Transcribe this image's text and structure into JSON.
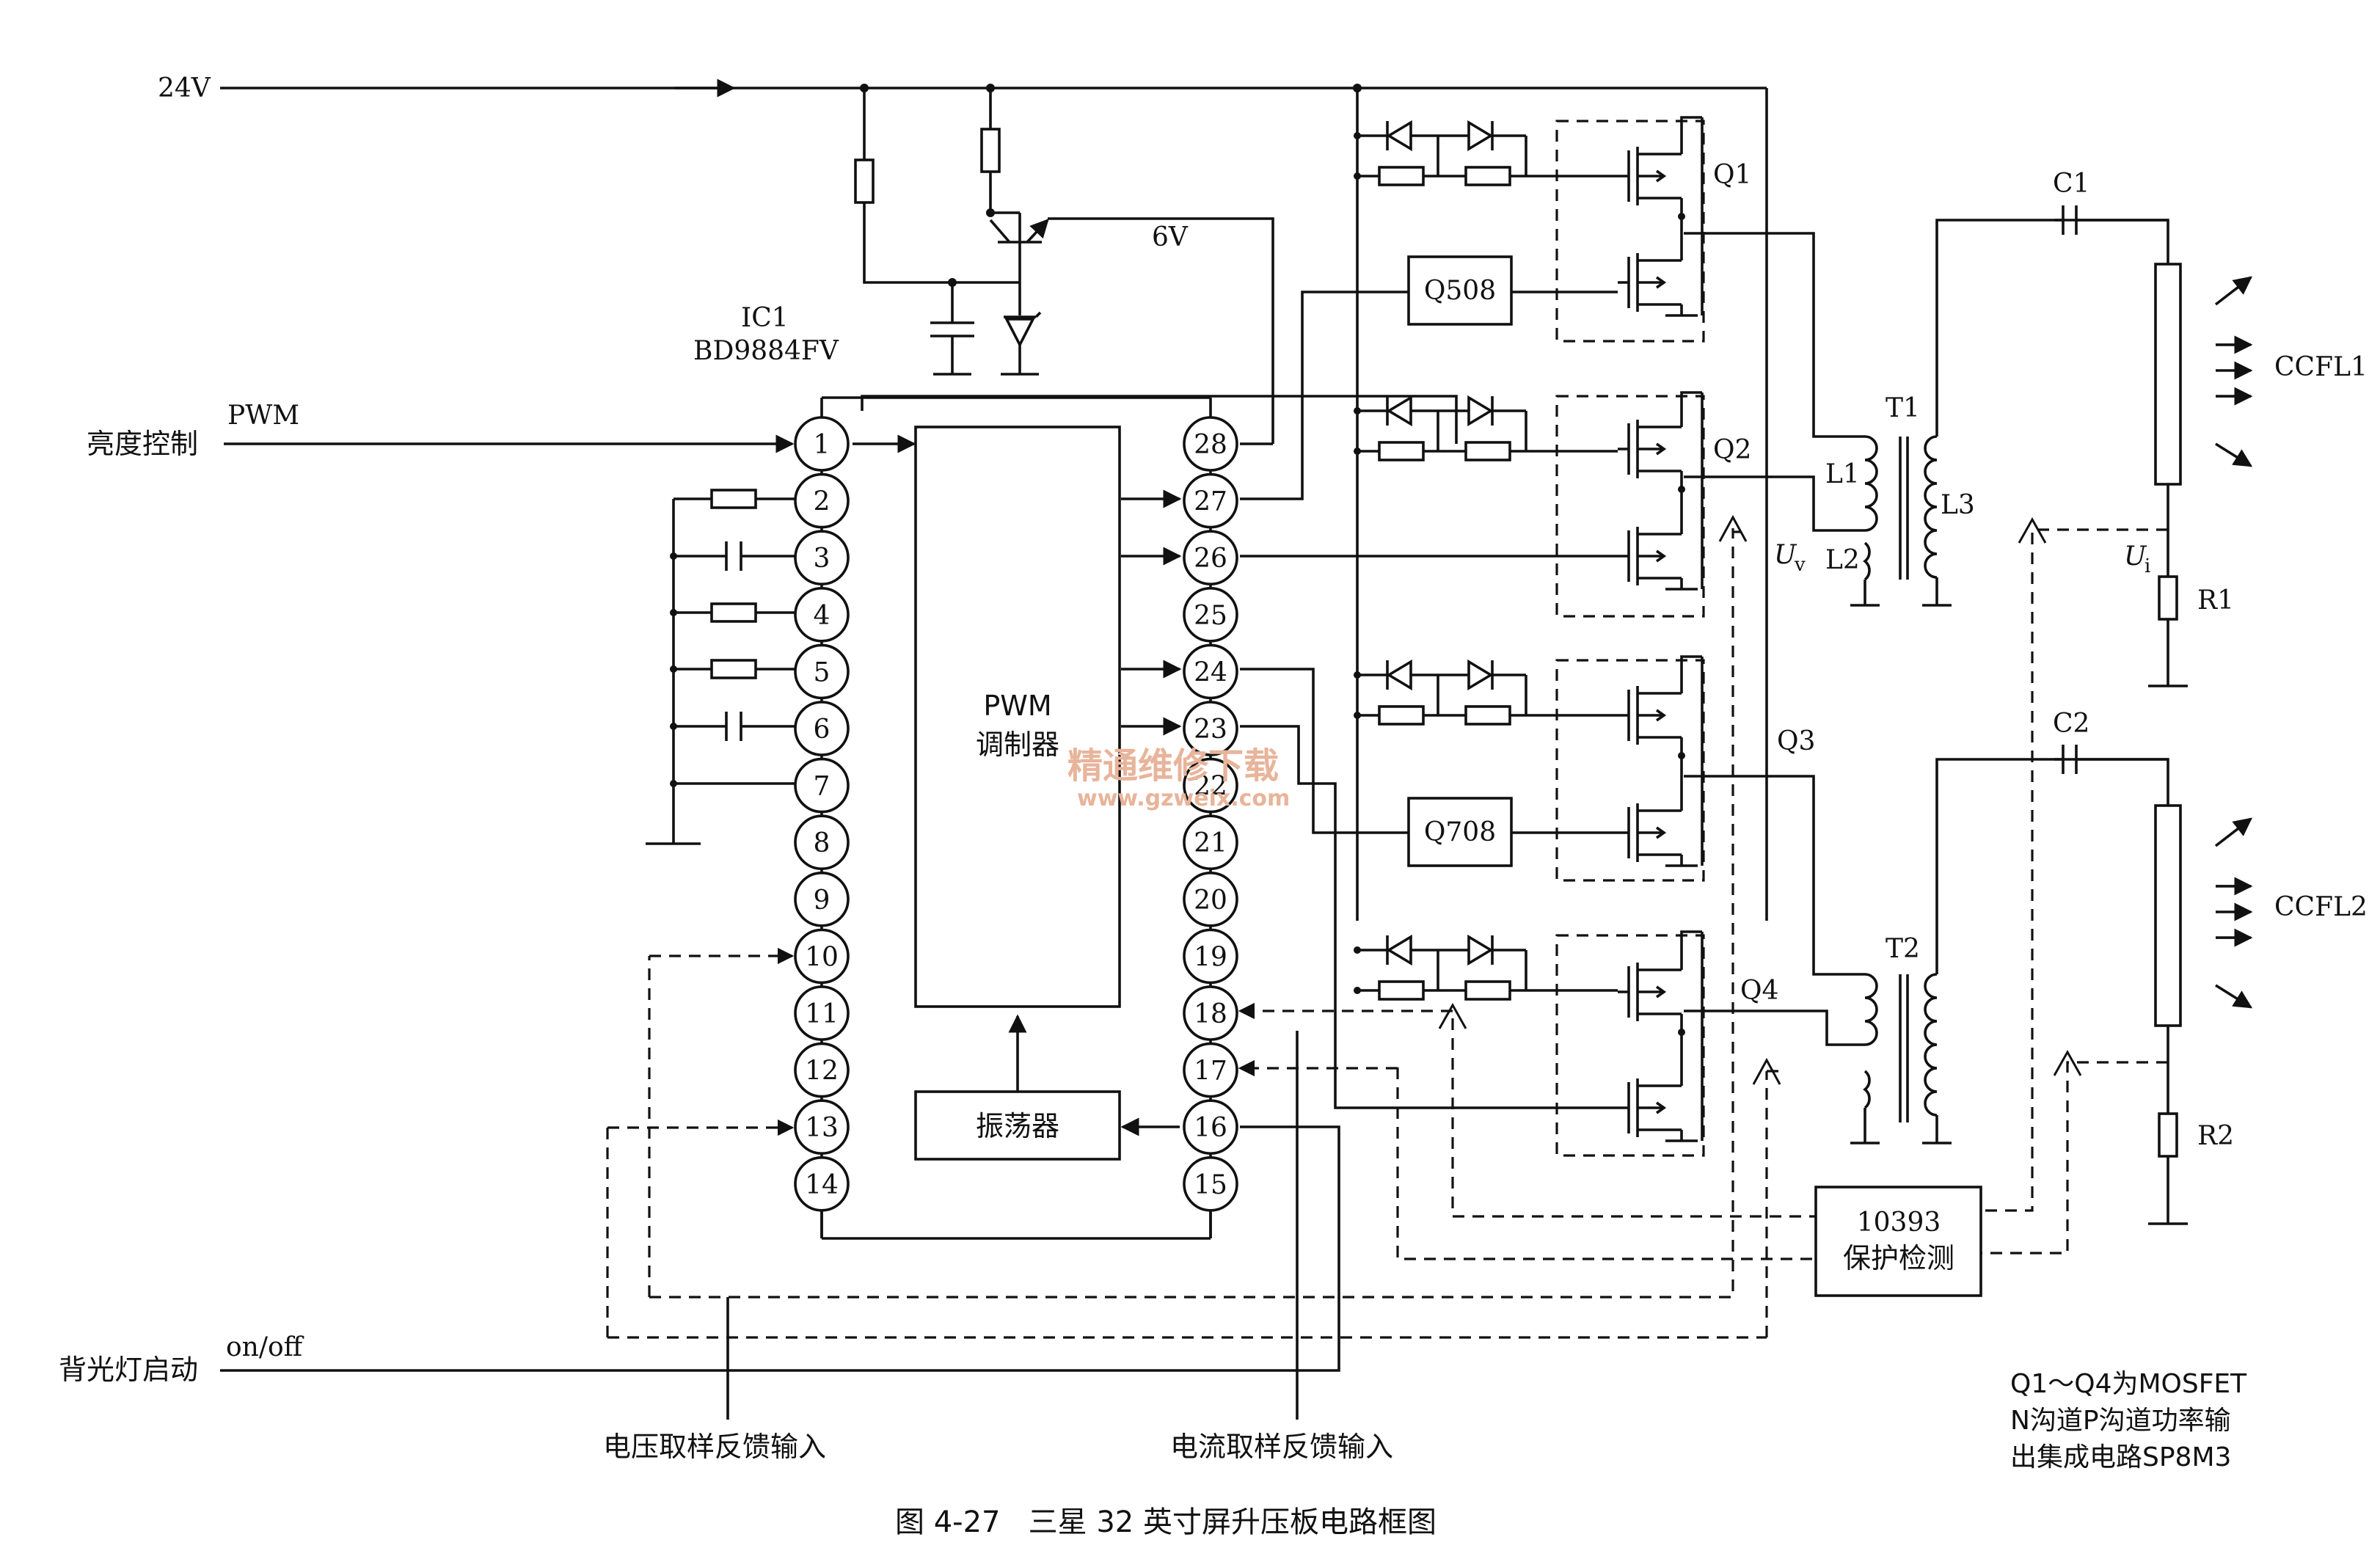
{
  "supply": {
    "v24": "24V",
    "v6": "6V"
  },
  "ic": {
    "name": "IC1",
    "part": "BD9884FV",
    "core_line1": "PWM",
    "core_line2": "调制器",
    "osc": "振荡器"
  },
  "pins_left": [
    "1",
    "2",
    "3",
    "4",
    "5",
    "6",
    "7",
    "8",
    "9",
    "10",
    "11",
    "12",
    "13",
    "14"
  ],
  "pins_right": [
    "28",
    "27",
    "26",
    "25",
    "24",
    "23",
    "22",
    "21",
    "20",
    "19",
    "18",
    "17",
    "16",
    "15"
  ],
  "inputs": {
    "brightness": "亮度控制",
    "pwm": "PWM",
    "backlight": "背光灯启动",
    "onoff": "on/off",
    "voltage_fb": "电压取样反馈输入",
    "current_fb": "电流取样反馈输入"
  },
  "drivers": {
    "q508": "Q508",
    "q708": "Q708"
  },
  "mosfets": [
    "Q1",
    "Q2",
    "Q3",
    "Q4"
  ],
  "transformers": {
    "t1": "T1",
    "t2": "T2",
    "l1": "L1",
    "l2": "L2",
    "l3": "L3"
  },
  "caps": {
    "c1": "C1",
    "c2": "C2"
  },
  "resistors": {
    "r1": "R1",
    "r2": "R2"
  },
  "lamps": {
    "ccfl1": "CCFL1",
    "ccfl2": "CCFL2"
  },
  "sense": {
    "uv": "U",
    "uv_sub": "v",
    "ui": "U",
    "ui_sub": "i"
  },
  "protect": {
    "line1": "10393",
    "line2": "保护检测"
  },
  "watermark": {
    "line1": "精通维修下载",
    "line2": "www.gzweix.com"
  },
  "note": {
    "line1": "Q1～Q4为MOSFET",
    "line2": "N沟道P沟道功率输",
    "line3": "出集成电路SP8M3"
  },
  "caption": "图 4-27   三星 32 英寸屏升压板电路框图"
}
